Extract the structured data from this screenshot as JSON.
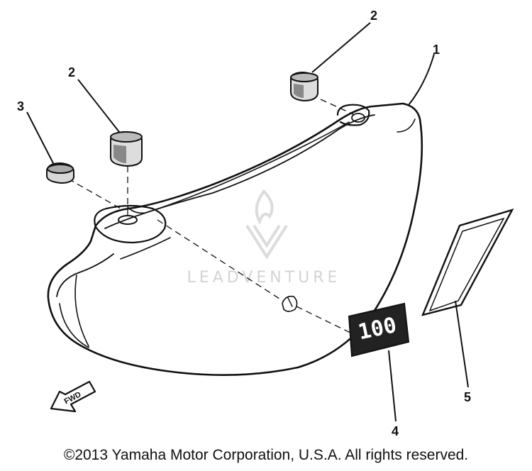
{
  "callouts": [
    "1",
    "2",
    "2",
    "3",
    "4",
    "5"
  ],
  "decal_text": "100",
  "direction_arrow_text": "FWD",
  "watermark": {
    "brand": "LEADVENTURE"
  },
  "copyright": "©2013 Yamaha Motor Corporation, U.S.A. All rights reserved."
}
